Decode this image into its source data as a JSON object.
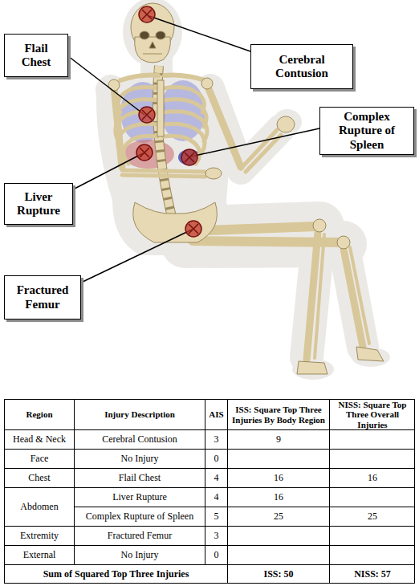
{
  "diagram": {
    "nodes": [
      {
        "text": [
          "Flail Chest"
        ]
      },
      {
        "text": [
          "Cerebral Contusion"
        ]
      },
      {
        "text": [
          "Complex Rupture of Spleen"
        ]
      },
      {
        "text": [
          "Liver Rupture"
        ]
      },
      {
        "text": [
          "Fractured Femur"
        ]
      }
    ],
    "labels": [
      "Region",
      "Injury Description",
      "AIS",
      "ISS: Square Top Three Injuries By Body Region",
      "NISS: Square Top Three Overall Injuries",
      "Head & Neck",
      "Cerebral Contusion",
      "3",
      "9",
      "Face",
      "No Injury",
      "0",
      "Chest",
      "Flail Chest",
      "4",
      "16",
      "16",
      "Abdomen",
      "Liver Rupture",
      "4",
      "16",
      "Complex Rupture of Spleen",
      "5",
      "25",
      "25",
      "Extremity",
      "Fractured Femur",
      "3",
      "External",
      "No Injury",
      "0",
      "Sum of Squared Top Three Injuries",
      "ISS: 50",
      "NISS: 57"
    ]
  }
}
